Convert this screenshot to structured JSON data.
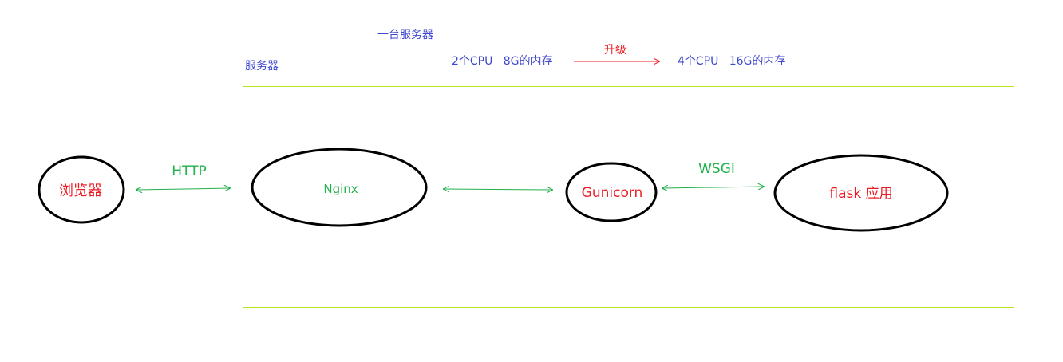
{
  "annotations": {
    "one_server": "一台服务器",
    "server": "服务器",
    "spec_before": "2个CPU   8G的内存",
    "upgrade": "升级",
    "spec_after": "4个CPU   16G的内存"
  },
  "nodes": {
    "browser": "浏览器",
    "nginx": "Nginx",
    "gunicorn": "Gunicorn",
    "flask": "flask 应用"
  },
  "edges": {
    "http": "HTTP",
    "wsgi": "WSGI"
  },
  "colors": {
    "blue_text": "#3f48cc",
    "red": "#ed1c24",
    "green": "#22b14c",
    "box": "#b5e61d",
    "outline": "#000000"
  }
}
